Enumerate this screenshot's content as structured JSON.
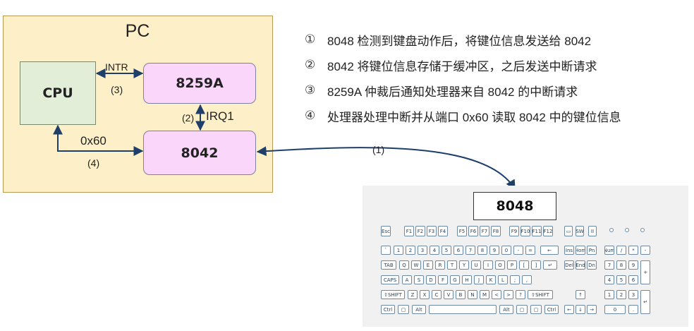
{
  "pc": {
    "title": "PC"
  },
  "chips": {
    "cpu": "CPU",
    "pic": "8259A",
    "kbc": "8042",
    "kb_controller": "8048"
  },
  "signals": {
    "intr": "INTR",
    "intr_step": "(3)",
    "irq1": "IRQ1",
    "irq1_step": "(2)",
    "port": "0x60",
    "port_step": "(4)",
    "kb_link_step": "(1)"
  },
  "steps": [
    {
      "num": "①",
      "text": "8048 检测到键盘动作后，将键位信息发送给 8042"
    },
    {
      "num": "②",
      "text": "8042 将键位信息存储于缓冲区，之后发送中断请求"
    },
    {
      "num": "③",
      "text": "8259A 仲裁后通知处理器来自 8042 的中断请求"
    },
    {
      "num": "④",
      "text": "处理器处理中断并从端口 0x60 读取 8042 中的键位信息"
    }
  ],
  "keyboard": {
    "rows": [
      [
        "Esc",
        "F1",
        "F2",
        "F3",
        "F4",
        "F5",
        "F6",
        "F7",
        "F8",
        "F9",
        "F10",
        "F11",
        "F12",
        "▭",
        "SW",
        "II"
      ],
      [
        "`",
        "1",
        "2",
        "3",
        "4",
        "5",
        "6",
        "7",
        "8",
        "9",
        "0",
        "-",
        "=",
        "←",
        "Ins",
        "Hom",
        "Pn",
        "Num",
        "/",
        "*",
        "-"
      ],
      [
        "TAB",
        "Q",
        "W",
        "E",
        "R",
        "T",
        "Y",
        "U",
        "I",
        "O",
        "P",
        "[",
        "]",
        "↵",
        "Del",
        "End",
        "Dn",
        "7",
        "8",
        "9",
        "+"
      ],
      [
        "CAPS",
        "A",
        "S",
        "D",
        "F",
        "G",
        "H",
        "J",
        "K",
        "L",
        ";",
        ",",
        "4",
        "5",
        "6"
      ],
      [
        "⇧SHIFT",
        "Z",
        "X",
        "C",
        "V",
        "B",
        "N",
        "M",
        "<",
        ">",
        "?",
        "⇧SHIFT",
        "↑",
        "1",
        "2",
        "3",
        "↵"
      ],
      [
        "Ctrl",
        "▢",
        "Alt",
        "",
        "Alt",
        "▢",
        "▢",
        "Ctrl",
        "←",
        "↓",
        "→",
        "0",
        "."
      ]
    ]
  }
}
